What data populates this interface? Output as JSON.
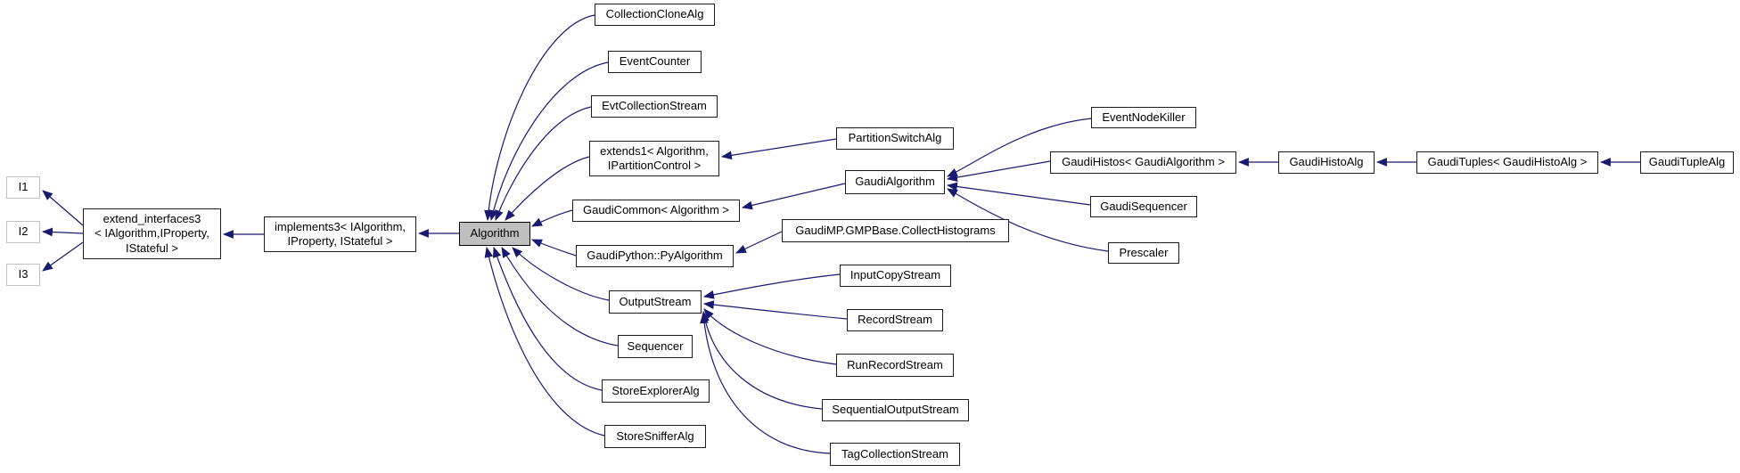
{
  "diagram": {
    "kind": "class-inheritance-graph",
    "root_class": "Algorithm",
    "colors": {
      "edge": "#191970",
      "node_border": "#1c1c1c",
      "node_fill": "#ffffff",
      "focus_node_fill": "#bfbfbf",
      "external_node_border": "#c0c0c0",
      "background": "#ffffff"
    },
    "nodes": {
      "i1": {
        "label": "I1"
      },
      "i2": {
        "label": "I2"
      },
      "i3": {
        "label": "I3"
      },
      "extend_interfaces3": {
        "lines": [
          "extend_interfaces3",
          "< IAlgorithm,IProperty,",
          "IStateful >"
        ]
      },
      "implements3": {
        "lines": [
          "implements3< IAlgorithm,",
          "IProperty, IStateful >"
        ]
      },
      "algorithm": {
        "label": "Algorithm"
      },
      "collection_clone_alg": {
        "label": "CollectionCloneAlg"
      },
      "event_counter": {
        "label": "EventCounter"
      },
      "evt_collection_stream": {
        "label": "EvtCollectionStream"
      },
      "extends1": {
        "lines": [
          "extends1< Algorithm,",
          "IPartitionControl >"
        ]
      },
      "gaudi_common": {
        "label": "GaudiCommon< Algorithm >"
      },
      "gaudi_python_py_algorithm": {
        "label": "GaudiPython::PyAlgorithm"
      },
      "output_stream": {
        "label": "OutputStream"
      },
      "sequencer": {
        "label": "Sequencer"
      },
      "store_explorer_alg": {
        "label": "StoreExplorerAlg"
      },
      "store_sniffer_alg": {
        "label": "StoreSnifferAlg"
      },
      "partition_switch_alg": {
        "label": "PartitionSwitchAlg"
      },
      "gaudi_algorithm": {
        "label": "GaudiAlgorithm"
      },
      "gaudi_mp_collect_histograms": {
        "label": "GaudiMP.GMPBase.CollectHistograms"
      },
      "input_copy_stream": {
        "label": "InputCopyStream"
      },
      "record_stream": {
        "label": "RecordStream"
      },
      "run_record_stream": {
        "label": "RunRecordStream"
      },
      "sequential_output_stream": {
        "label": "SequentialOutputStream"
      },
      "tag_collection_stream": {
        "label": "TagCollectionStream"
      },
      "event_node_killer": {
        "label": "EventNodeKiller"
      },
      "gaudi_histos": {
        "label": "GaudiHistos< GaudiAlgorithm >"
      },
      "gaudi_sequencer": {
        "label": "GaudiSequencer"
      },
      "prescaler": {
        "label": "Prescaler"
      },
      "gaudi_histo_alg": {
        "label": "GaudiHistoAlg"
      },
      "gaudi_tuples": {
        "label": "GaudiTuples< GaudiHistoAlg >"
      },
      "gaudi_tuple_alg": {
        "label": "GaudiTupleAlg"
      }
    },
    "edges": [
      {
        "from": "extend_interfaces3",
        "to": "i1"
      },
      {
        "from": "extend_interfaces3",
        "to": "i2"
      },
      {
        "from": "extend_interfaces3",
        "to": "i3"
      },
      {
        "from": "implements3",
        "to": "extend_interfaces3"
      },
      {
        "from": "algorithm",
        "to": "implements3"
      },
      {
        "from": "collection_clone_alg",
        "to": "algorithm"
      },
      {
        "from": "event_counter",
        "to": "algorithm"
      },
      {
        "from": "evt_collection_stream",
        "to": "algorithm"
      },
      {
        "from": "extends1",
        "to": "algorithm"
      },
      {
        "from": "gaudi_common",
        "to": "algorithm"
      },
      {
        "from": "gaudi_python_py_algorithm",
        "to": "algorithm"
      },
      {
        "from": "output_stream",
        "to": "algorithm"
      },
      {
        "from": "sequencer",
        "to": "algorithm"
      },
      {
        "from": "store_explorer_alg",
        "to": "algorithm"
      },
      {
        "from": "store_sniffer_alg",
        "to": "algorithm"
      },
      {
        "from": "partition_switch_alg",
        "to": "extends1"
      },
      {
        "from": "gaudi_algorithm",
        "to": "gaudi_common"
      },
      {
        "from": "gaudi_mp_collect_histograms",
        "to": "gaudi_python_py_algorithm"
      },
      {
        "from": "event_node_killer",
        "to": "gaudi_algorithm"
      },
      {
        "from": "gaudi_histos",
        "to": "gaudi_algorithm"
      },
      {
        "from": "gaudi_sequencer",
        "to": "gaudi_algorithm"
      },
      {
        "from": "prescaler",
        "to": "gaudi_algorithm"
      },
      {
        "from": "gaudi_histo_alg",
        "to": "gaudi_histos"
      },
      {
        "from": "gaudi_tuples",
        "to": "gaudi_histo_alg"
      },
      {
        "from": "gaudi_tuple_alg",
        "to": "gaudi_tuples"
      },
      {
        "from": "input_copy_stream",
        "to": "output_stream"
      },
      {
        "from": "record_stream",
        "to": "output_stream"
      },
      {
        "from": "run_record_stream",
        "to": "output_stream"
      },
      {
        "from": "sequential_output_stream",
        "to": "output_stream"
      },
      {
        "from": "tag_collection_stream",
        "to": "output_stream"
      }
    ]
  }
}
